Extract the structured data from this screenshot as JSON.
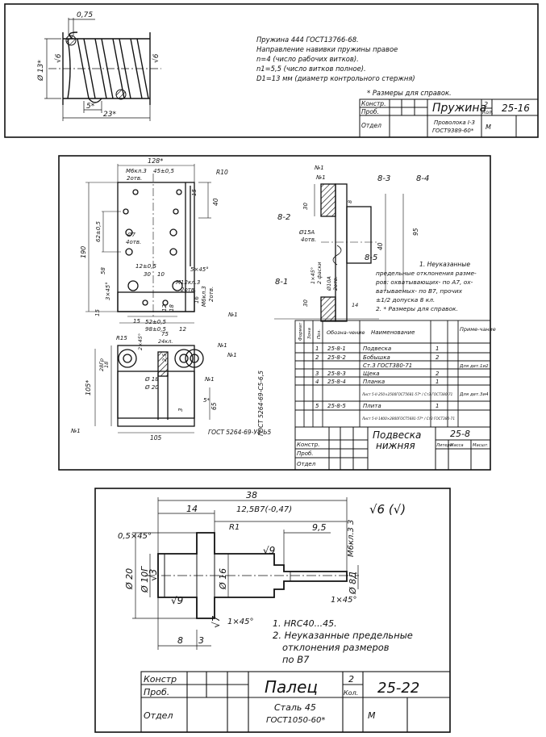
{
  "drawing1": {
    "dims": {
      "wire": "0,75",
      "outer_dia": "Ø 13*",
      "pitch": "5*",
      "length": "23*",
      "square_l": "√6",
      "square_r": "√6"
    },
    "notes": [
      "Пружина 444 ГОСТ13766-68.",
      "Направление навивки пружины правое",
      "n=4 (число рабочих витков).",
      "n1=5,5 (число витков полное).",
      "D1=13 мм (диаметр контрольного стержня)"
    ],
    "ref_note": "* Размеры для справок.",
    "title_block": {
      "rows": [
        "Констр.",
        "Проб.",
        "Отдел"
      ],
      "name": "Пружина",
      "qty": "2",
      "qty_label": "Кол.",
      "number": "25-16",
      "material_1": "Проволока I-3",
      "material_2": "ГОСТ9389-60*",
      "m": "М"
    }
  },
  "drawing2": {
    "dims": {
      "width": "128*",
      "thread_top": "М6кл.3",
      "thread_top_holes": "2отв.",
      "holes_dim": "45±0,5",
      "radius_top": "R10",
      "d15": "15",
      "d40": "40",
      "d190": "190",
      "d62": "62±0,5",
      "d58": "58",
      "d3x45": "3×45°",
      "dia7": "Ø7",
      "dia7_holes": "4отв.",
      "d12": "12±0,5",
      "d5x45": "5×45°",
      "d30": "30",
      "d10": "10",
      "m12": "М12кл.3",
      "m12_holes": "2отв.",
      "d15b": "15",
      "d12b": "12",
      "d18": "18",
      "d16": "16",
      "m6b": "М6кл.3",
      "m6b_holes": "2отв.",
      "d15c": "15",
      "d52": "52±0,5",
      "d98": "98±0,5",
      "d12c": "12",
      "r15": "R15",
      "d75": "75",
      "d2x45": "2×45°",
      "d24": "24кл.",
      "d25": "2,5",
      "d105": "105*",
      "d65": "65",
      "d5": "5*",
      "dia20": "Ø 20",
      "dia18": "Ø 18",
      "d28": "28Гр",
      "d18b": "18",
      "d105b": "105",
      "d3": "3",
      "gost_v": "ГОСТ 5264-69-С5-6,5",
      "gost_h": "ГОСТ 5264-69-У4-Ь5",
      "d14": "14",
      "d30b": "30",
      "d30c": "30",
      "d40b": "40",
      "d95": "95",
      "dia15a": "Ø15А",
      "dia15a_holes": "4отв.",
      "dia10a": "Ø10А",
      "dia10a_holes": "2отв.",
      "d8": "8",
      "d1x45": "1×45°",
      "d1x45_sub": "2 фаски"
    },
    "labels": {
      "n1": "№1",
      "n1b": "№1",
      "n1c": "№1",
      "n1d": "№1",
      "n1e": "№1",
      "n1f": "№1",
      "n1g": "№1",
      "p82": "8-2",
      "p83": "8-3",
      "p84": "8-4",
      "p85": "8-5",
      "p81": "8-1"
    },
    "notes": [
      "1. Неуказанные",
      "предельные отклонения разме-",
      "ров: охватывающих- по А7, ох-",
      "ватываемых- по В7, прочих",
      "±1/2 допуска 8 кл.",
      "2. * Размеры для справок."
    ],
    "table": {
      "headers": [
        "Формат",
        "Зона",
        "Поз.",
        "Обозна-чение",
        "Наименование",
        "",
        "Приме-чание"
      ],
      "rows": [
        [
          "",
          "",
          "1",
          "25-8-1",
          "Подвеска",
          "1",
          ""
        ],
        [
          "",
          "",
          "2",
          "25-8-2",
          "Бобышка",
          "2",
          ""
        ],
        [
          "",
          "",
          "",
          "",
          "Ст.3 ГОСТ380-71",
          "",
          "Для дет.1и2"
        ],
        [
          "",
          "",
          "3",
          "25-8-3",
          "Щека",
          "2",
          ""
        ],
        [
          "",
          "",
          "4",
          "25-8-4",
          "Планка",
          "1",
          ""
        ],
        [
          "",
          "",
          "",
          "",
          "Лист 5-II-250×2500ГОСТ5681-57* / Ст3 ГОСТ380-71",
          "",
          "Для дет.3и4"
        ],
        [
          "",
          "",
          "5",
          "25-8-5",
          "Плита",
          "1",
          ""
        ],
        [
          "",
          "",
          "",
          "",
          "Лист 5-II-1400×2800ГОСТ5681-57* / Ст3 ГОСТ380-71",
          "",
          ""
        ]
      ]
    },
    "title_block": {
      "name_1": "Подвеска",
      "name_2": "нижняя",
      "number": "25-8",
      "rows": [
        "Констр.",
        "Проб.",
        "Отдел"
      ],
      "cols": [
        "Литера",
        "Масса",
        "Масшт."
      ]
    }
  },
  "drawing3": {
    "dims": {
      "total": "38",
      "d14": "14",
      "d12_58": "12,5В7(-0,47)",
      "d9_5": "9,5",
      "d3": "3",
      "m6": "М6кл.3",
      "r1": "R1",
      "chamfer_top": "0,5×45°",
      "dia20": "Ø 20",
      "dia10": "Ø 10Г",
      "dia16": "Ø 16",
      "dia8": "Ø 8Д",
      "d8": "8",
      "d3b": "3",
      "d1x45a": "1×45°",
      "d1x45b": "1×45°",
      "rough_main": "√6 (√)",
      "rough9a": "√9",
      "rough9b": "√9",
      "rough3": "√3",
      "rough7": "√7"
    },
    "notes": [
      "1. HRC40...45.",
      "2. Неуказанные предельные",
      "отклонения размеров",
      "по В7"
    ],
    "title_block": {
      "rows": [
        "Констр",
        "Проб.",
        "Отдел"
      ],
      "name": "Палец",
      "qty": "2",
      "qty_label": "Кол.",
      "number": "25-22",
      "material_1": "Сталь 45",
      "material_2": "ГОСТ1050-60*",
      "m": "М"
    }
  }
}
